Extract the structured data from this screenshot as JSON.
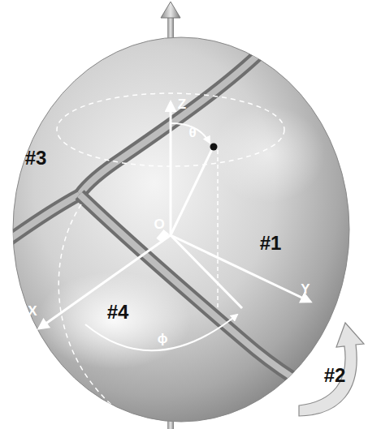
{
  "diagram": {
    "labels": [
      "#3",
      "Z",
      "θ",
      "#1",
      "O",
      "#4",
      "X",
      "Y",
      "ϕ",
      "#2"
    ]
  }
}
